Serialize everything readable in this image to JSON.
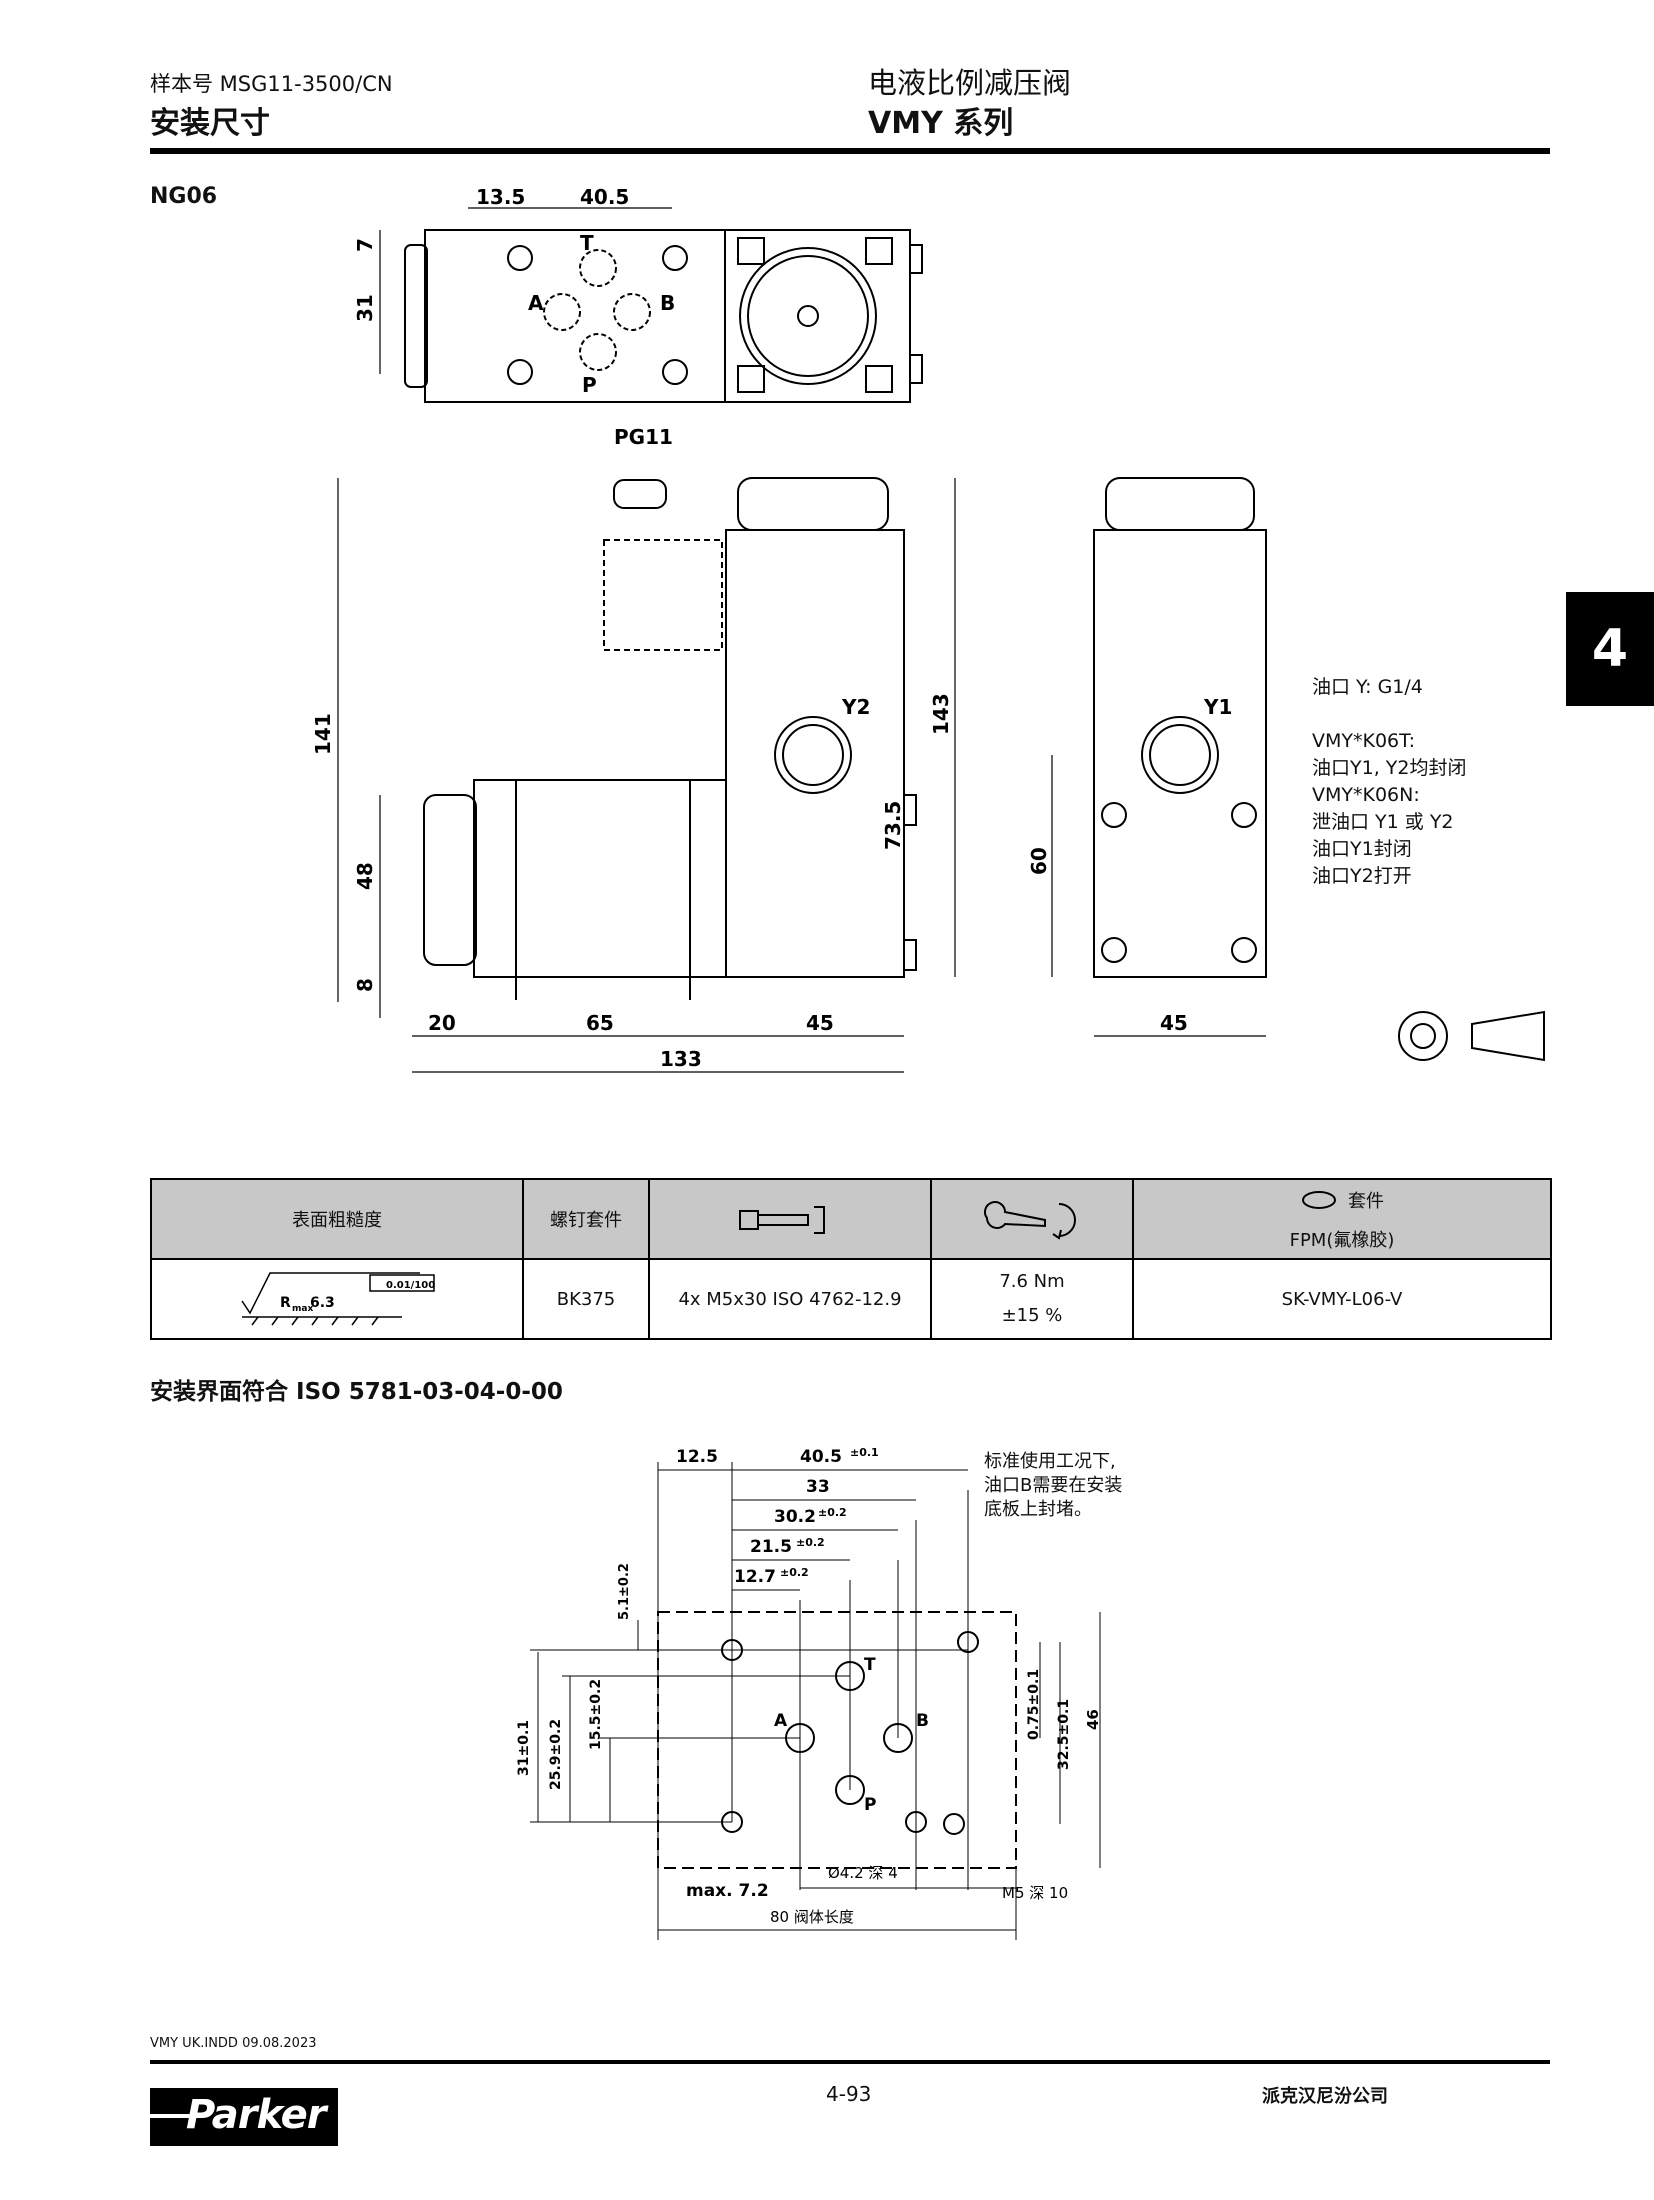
{
  "header": {
    "catalog_no": "样本号 MSG11-3500/CN",
    "section": "安装尺寸",
    "product_title": "电液比例减压阀",
    "series": "VMY 系列"
  },
  "side_tab": "4",
  "ng_label": "NG06",
  "top_view": {
    "dims": [
      "13.5",
      "40.5",
      "7",
      "31"
    ],
    "ports": [
      "T",
      "A",
      "B",
      "P"
    ]
  },
  "side_view": {
    "connector": "PG11",
    "port_y2": "Y2",
    "dims": [
      "141",
      "143",
      "73.5",
      "48",
      "8",
      "20",
      "65",
      "45",
      "133"
    ]
  },
  "end_view": {
    "port_y1": "Y1",
    "dims": [
      "60",
      "45"
    ]
  },
  "notes": [
    "油口 Y: G1/4",
    "",
    "VMY*K06T:",
    "油口Y1, Y2均封闭",
    "VMY*K06N:",
    "泄油口 Y1 或 Y2",
    "油口Y1封闭",
    "油口Y2打开"
  ],
  "table": {
    "headers": [
      "表面粗糙度",
      "螺钉套件",
      "",
      "",
      "套件",
      "FPM(氟橡胶)"
    ],
    "roughness": {
      "ra": "R",
      "ra_sub": "max",
      "ra_val": "6.3",
      "flatness": "0.01/100"
    },
    "row": [
      "BK375",
      "4x M5x30  ISO 4762-12.9",
      "7.6 Nm",
      "±15 %",
      "SK-VMY-L06-V"
    ]
  },
  "interface_title": "安装界面符合  ISO 5781-03-04-0-00",
  "interface": {
    "dims_top": [
      "12.5",
      "40.5",
      "±0.1",
      "33",
      "30.2",
      "±0.2",
      "21.5",
      "±0.2",
      "12.7",
      "±0.2"
    ],
    "dims_left": [
      "5.1±0.2",
      "31±0.1",
      "25.9±0.2",
      "15.5±0.2"
    ],
    "dims_right": [
      "0.75±0.1",
      "32.5±0.1",
      "46"
    ],
    "dims_bottom": [
      "max. 7.2",
      "Ø4.2 深 4",
      "M5 深 10",
      "80  阀体长度"
    ],
    "ports": [
      "T",
      "A",
      "B",
      "P"
    ],
    "note": [
      "标准使用工况下,",
      "油口B需要在安装",
      "底板上封堵。"
    ]
  },
  "footer": {
    "file": "VMY UK.INDD 09.08.2023",
    "page": "4-93",
    "company": "派克汉尼汾公司",
    "logo": "Parker"
  }
}
